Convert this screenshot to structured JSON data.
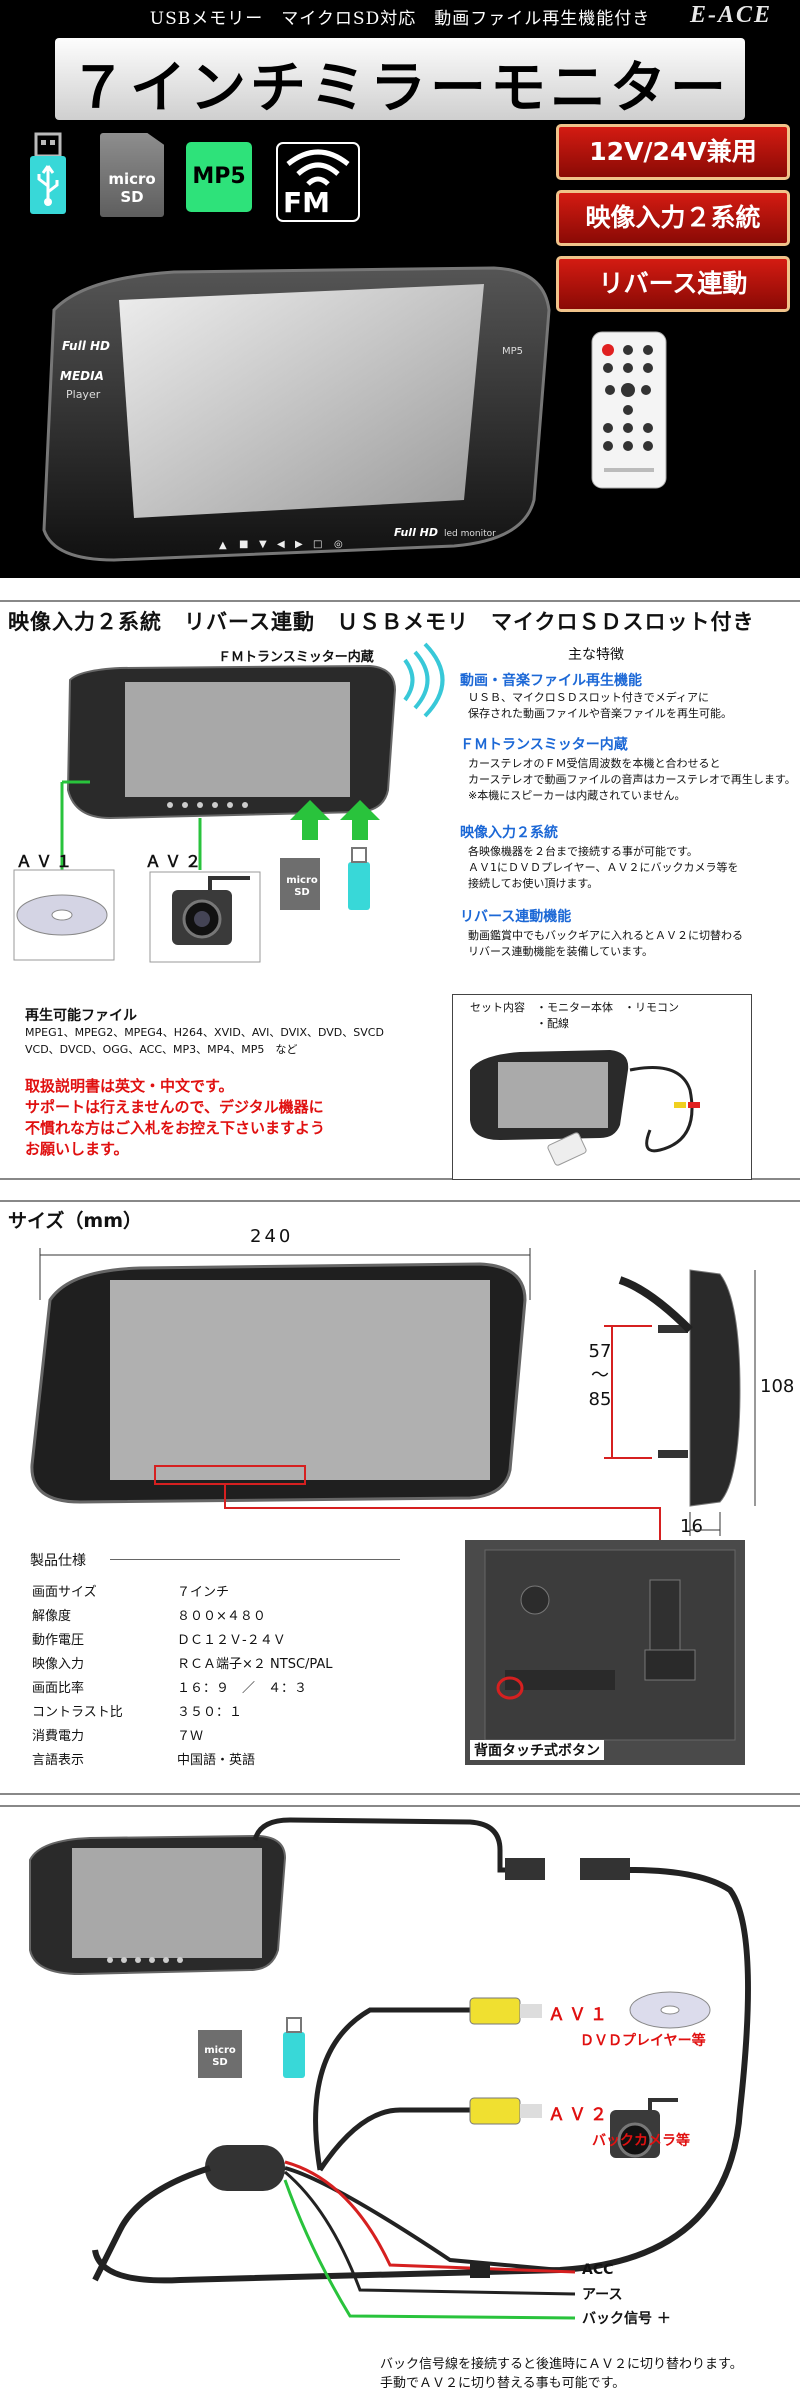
{
  "hero": {
    "subtitle": "USBメモリー　マイクロSD対応　動画ファイル再生機能付き",
    "logo": "E-ACE",
    "title": "７インチミラーモニター",
    "badges": [
      "12V/24V兼用",
      "映像入力２系統",
      "リバース連動"
    ],
    "icons": {
      "sd": "micro\nSD",
      "mp5": "MP5",
      "fm": "FM"
    },
    "monitor": {
      "brand1": "Full HD",
      "brand2": "MEDIA",
      "brand3": "Player",
      "model": "MP5",
      "bottom": "Full HD",
      "bottom_sub": "led monitor"
    }
  },
  "features": {
    "title": "映像入力２系統　リバース連動　ＵＳＢメモリ　マイクロＳＤスロット付き",
    "fm_label": "ＦＭトランスミッター内蔵",
    "heading": "主な特徴",
    "items": [
      {
        "title": "動画・音楽ファイル再生機能",
        "body": "ＵＳＢ、マイクロＳＤスロット付きでメディアに\n保存された動画ファイルや音楽ファイルを再生可能。"
      },
      {
        "title": "ＦＭトランスミッター内蔵",
        "body": "カーステレオのＦＭ受信周波数を本機と合わせると\nカーステレオで動画ファイルの音声はカーステレオで再生します。\n※本機にスピーカーは内蔵されていません。"
      },
      {
        "title": "映像入力２系統",
        "body": "各映像機器を２台まで接続する事が可能です。\nＡＶ1にＤＶＤプレイヤー、ＡＶ２にバックカメラ等を\n接続してお使い頂けます。"
      },
      {
        "title": "リバース連動機能",
        "body": "動画鑑賞中でもバックギアに入れるとＡＶ２に切替わる\nリバース連動機能を装備しています。"
      }
    ],
    "av1": "ＡＶ１",
    "av2": "ＡＶ２",
    "sd": "micro\nSD",
    "playable_title": "再生可能ファイル",
    "playable_list": "MPEG1、MPEG2、MPEG4、H264、XVID、AVI、DVIX、DVD、SVCD\nVCD、DVCD、OGG、ACC、MP3、MP4、MP5　など",
    "warning": "取扱説明書は英文・中文です。\nサポートは行えませんので、デジタル機器に\n不慣れな方はご入札をお控え下さいますよう\nお願いします。",
    "set_contents": "セット内容　・モニター本体　・リモコン\n　　　　　　・配線"
  },
  "size": {
    "title": "サイズ（mm）",
    "width": "240",
    "range": "57\n～\n85",
    "height": "108",
    "depth": "16",
    "spec_title": "製品仕様",
    "specs": [
      {
        "k": "画面サイズ",
        "v": "７インチ"
      },
      {
        "k": "解像度",
        "v": "８００×４８０"
      },
      {
        "k": "動作電圧",
        "v": "ＤＣ１２Ｖ-２４Ｖ"
      },
      {
        "k": "映像入力",
        "v": "ＲＣＡ端子×２ NTSC/PAL"
      },
      {
        "k": "画面比率",
        "v": "１６：９　／　４：３"
      },
      {
        "k": "コントラスト比",
        "v": "３５０：１"
      },
      {
        "k": "消費電力",
        "v": "７Ｗ"
      },
      {
        "k": "言語表示",
        "v": "中国語・英語"
      }
    ],
    "touch_label": "背面タッチ式ボタン"
  },
  "wiring": {
    "dvd_label": "ＤＶＤプレイヤー等",
    "backcam_label": "バックカメラ等",
    "av1": "ＡＶ１",
    "av2": "ＡＶ２",
    "sd": "micro\nSD",
    "acc": "ACC",
    "ground": "アース",
    "back_signal": "バック信号 ＋",
    "note": "バック信号線を接続すると後進時にＡＶ２に切り替わります。\n手動でＡＶ２に切り替える事も可能です。"
  },
  "colors": {
    "accent_red": "#d41b12",
    "feature_blue": "#1c68d6",
    "warn_red": "#e01010",
    "mp5_green": "#2ee27a",
    "usb_cyan": "#38d8d8"
  }
}
